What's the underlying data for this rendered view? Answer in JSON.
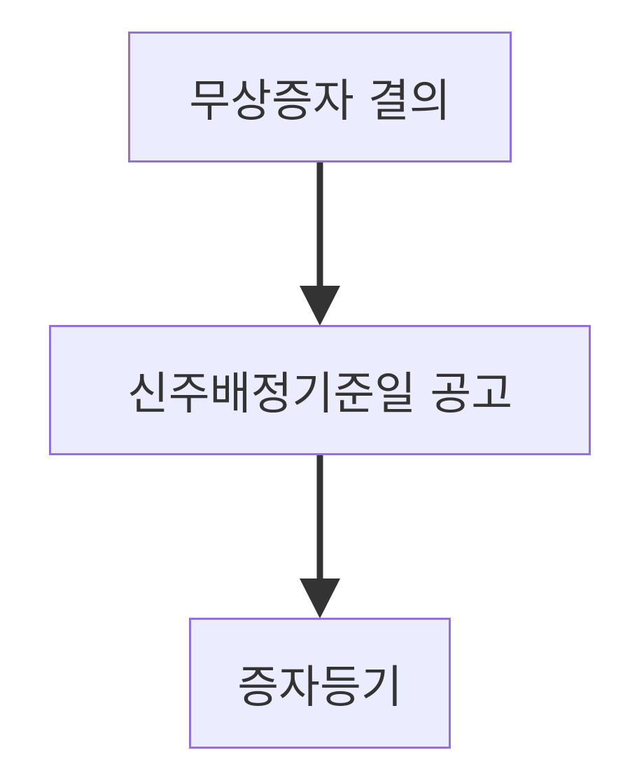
{
  "diagram": {
    "type": "flowchart",
    "direction": "top-down",
    "nodes": [
      {
        "id": "n1",
        "label": "무상증자 결의"
      },
      {
        "id": "n2",
        "label": "신주배정기준일 공고"
      },
      {
        "id": "n3",
        "label": "증자등기"
      }
    ],
    "edges": [
      {
        "from": "n1",
        "to": "n2"
      },
      {
        "from": "n2",
        "to": "n3"
      }
    ],
    "colors": {
      "node_fill": "#ececff",
      "node_border": "#9370db",
      "text": "#333333",
      "edge": "#333333"
    }
  }
}
